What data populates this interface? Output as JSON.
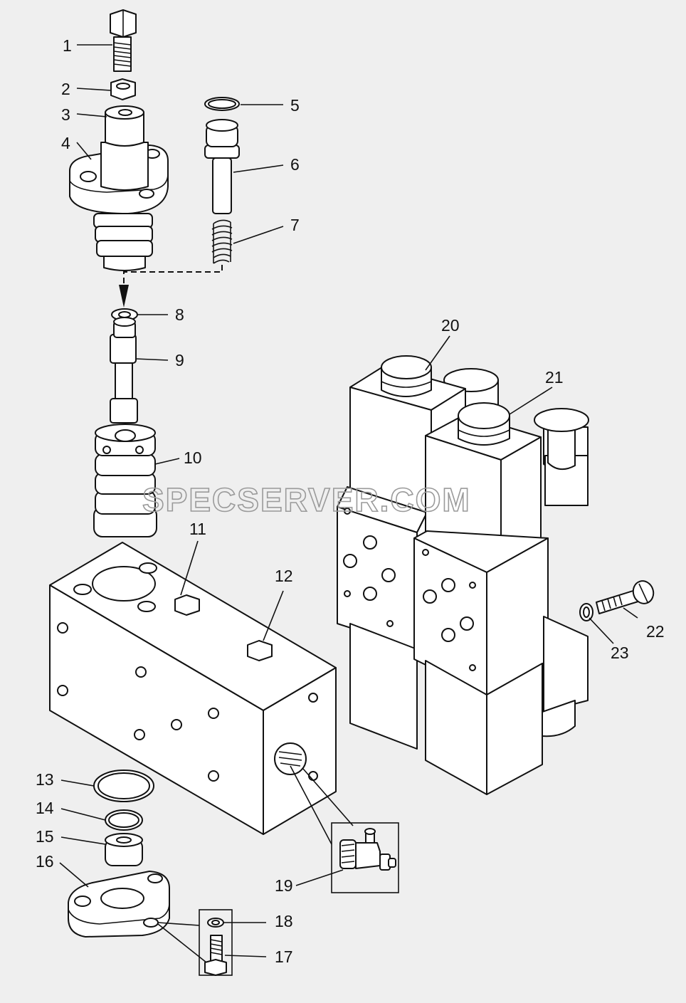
{
  "diagram": {
    "watermark": "SPECSERVER.COM",
    "callouts": [
      {
        "id": "callout-1",
        "label": "1"
      },
      {
        "id": "callout-2",
        "label": "2"
      },
      {
        "id": "callout-3",
        "label": "3"
      },
      {
        "id": "callout-4",
        "label": "4"
      },
      {
        "id": "callout-5",
        "label": "5"
      },
      {
        "id": "callout-6",
        "label": "6"
      },
      {
        "id": "callout-7",
        "label": "7"
      },
      {
        "id": "callout-8",
        "label": "8"
      },
      {
        "id": "callout-9",
        "label": "9"
      },
      {
        "id": "callout-10",
        "label": "10"
      },
      {
        "id": "callout-11",
        "label": "11"
      },
      {
        "id": "callout-12",
        "label": "12"
      },
      {
        "id": "callout-13",
        "label": "13"
      },
      {
        "id": "callout-14",
        "label": "14"
      },
      {
        "id": "callout-15",
        "label": "15"
      },
      {
        "id": "callout-16",
        "label": "16"
      },
      {
        "id": "callout-17",
        "label": "17"
      },
      {
        "id": "callout-18",
        "label": "18"
      },
      {
        "id": "callout-19",
        "label": "19"
      },
      {
        "id": "callout-20",
        "label": "20"
      },
      {
        "id": "callout-21",
        "label": "21"
      },
      {
        "id": "callout-22",
        "label": "22"
      },
      {
        "id": "callout-23",
        "label": "23"
      }
    ]
  }
}
